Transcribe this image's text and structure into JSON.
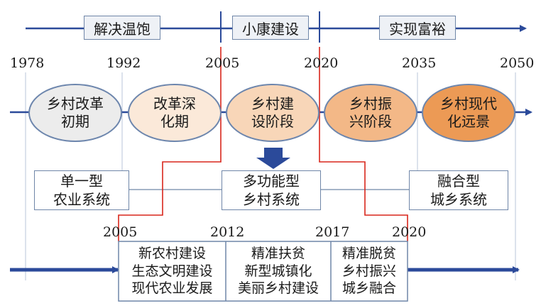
{
  "top_stages": [
    "解决温饱",
    "小康建设",
    "实现富裕"
  ],
  "years": [
    "1978",
    "1992",
    "2005",
    "2020",
    "2035",
    "2050"
  ],
  "phases": [
    {
      "line1": "乡村改革",
      "line2": "初期",
      "fill": "#ececec"
    },
    {
      "line1": "改革深",
      "line2": "化期",
      "fill": "#fbe9d9"
    },
    {
      "line1": "乡村建",
      "line2": "设阶段",
      "fill": "#f8d6b8"
    },
    {
      "line1": "乡村振",
      "line2": "兴阶段",
      "fill": "#f3b887"
    },
    {
      "line1": "乡村现代",
      "line2": "化远景",
      "fill": "#ec9a55"
    }
  ],
  "systems": [
    {
      "line1": "单一型",
      "line2": "农业系统"
    },
    {
      "line1": "多功能型",
      "line2": "乡村系统"
    },
    {
      "line1": "融合型",
      "line2": "城乡系统"
    }
  ],
  "policy_years": [
    "2005",
    "2012",
    "2017",
    "2020"
  ],
  "policies": [
    [
      "新农村建设",
      "生态文明建设",
      "现代农业发展"
    ],
    [
      "精准扶贫",
      "新型城镇化",
      "美丽乡村建设"
    ],
    [
      "精准脱贫",
      "乡村振兴",
      "城乡融合"
    ]
  ],
  "colors": {
    "arrow": "#2b4a9a",
    "red_line": "#d9261c",
    "grid": "#b8c6da",
    "box_border": "#6f86a8"
  }
}
